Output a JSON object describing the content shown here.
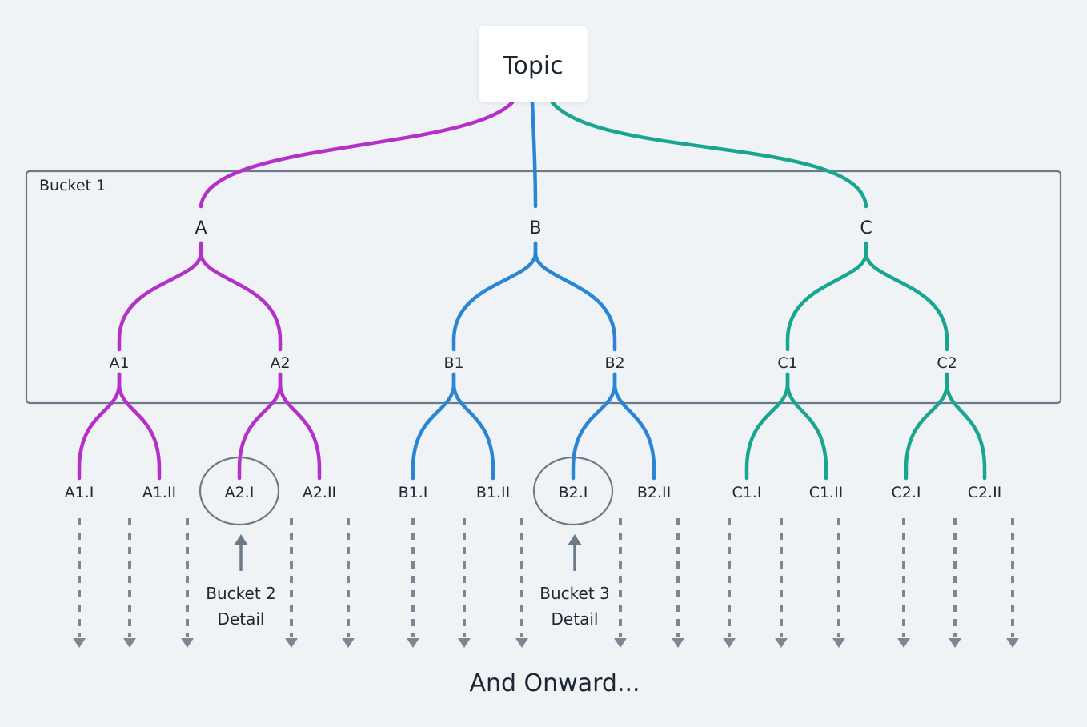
{
  "root": {
    "label": "Topic"
  },
  "bucket1": {
    "label": "Bucket 1"
  },
  "colors": {
    "A": "#b52fc9",
    "B": "#2a86d4",
    "C": "#1aa591",
    "frame": "#6b7a88",
    "dashed": "#7a8794"
  },
  "level1": [
    {
      "id": "A",
      "label": "A",
      "color": "A"
    },
    {
      "id": "B",
      "label": "B",
      "color": "B"
    },
    {
      "id": "C",
      "label": "C",
      "color": "C"
    }
  ],
  "level2": [
    {
      "id": "A1",
      "label": "A1",
      "color": "A"
    },
    {
      "id": "A2",
      "label": "A2",
      "color": "A"
    },
    {
      "id": "B1",
      "label": "B1",
      "color": "B"
    },
    {
      "id": "B2",
      "label": "B2",
      "color": "B"
    },
    {
      "id": "C1",
      "label": "C1",
      "color": "C"
    },
    {
      "id": "C2",
      "label": "C2",
      "color": "C"
    }
  ],
  "level3": [
    {
      "id": "A1.I",
      "label": "A1.I",
      "color": "A"
    },
    {
      "id": "A1.II",
      "label": "A1.II",
      "color": "A"
    },
    {
      "id": "A2.I",
      "label": "A2.I",
      "color": "A"
    },
    {
      "id": "A2.II",
      "label": "A2.II",
      "color": "A"
    },
    {
      "id": "B1.I",
      "label": "B1.I",
      "color": "B"
    },
    {
      "id": "B1.II",
      "label": "B1.II",
      "color": "B"
    },
    {
      "id": "B2.I",
      "label": "B2.I",
      "color": "B"
    },
    {
      "id": "B2.II",
      "label": "B2.II",
      "color": "B"
    },
    {
      "id": "C1.I",
      "label": "C1.I",
      "color": "C"
    },
    {
      "id": "C1.II",
      "label": "C1.II",
      "color": "C"
    },
    {
      "id": "C2.I",
      "label": "C2.I",
      "color": "C"
    },
    {
      "id": "C2.II",
      "label": "C2.II",
      "color": "C"
    }
  ],
  "callouts": [
    {
      "target": "A2.I",
      "line1": "Bucket 2",
      "line2": "Detail"
    },
    {
      "target": "B2.I",
      "line1": "Bucket 3",
      "line2": "Detail"
    }
  ],
  "footer": {
    "label": "And Onward..."
  }
}
